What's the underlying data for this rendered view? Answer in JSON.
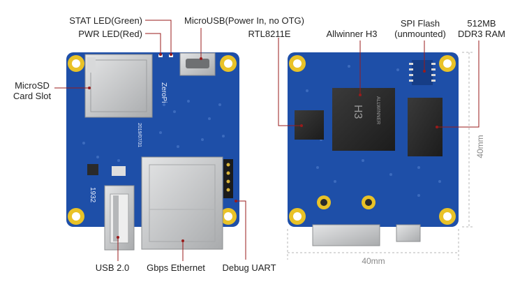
{
  "labels": {
    "stat_led": "STAT LED(Green)",
    "pwr_led": "PWR LED(Red)",
    "microusb": "MicroUSB(Power In, no OTG)",
    "microsd_1": "MicroSD",
    "microsd_2": "Card Slot",
    "usb": "USB 2.0",
    "ethernet": "Gbps Ethernet",
    "debug_uart": "Debug UART",
    "rtl": "RTL8211E",
    "allwinner": "Allwinner H3",
    "spi_1": "SPI Flash",
    "spi_2": "(unmounted)",
    "ram_1": "512MB",
    "ram_2": "DDR3 RAM"
  },
  "dimensions": {
    "width": "40mm",
    "height": "40mm"
  },
  "silkscreen": {
    "board_name": "ZeroPi",
    "board_date": "2019/07/31",
    "board_code": "1932",
    "chip_main": "H3",
    "chip_brand": "ALLWINNER"
  },
  "colors": {
    "pcb": "#1e4fa8",
    "pcb_dark": "#163d86",
    "mount_hole": "#e9c227",
    "metal": "#c9cbcd",
    "leader": "#9a1b1b"
  }
}
